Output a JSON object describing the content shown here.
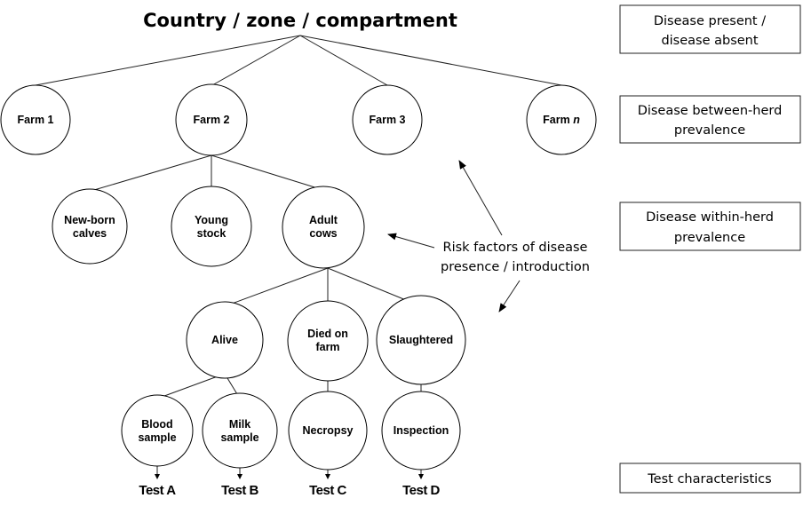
{
  "title": "Country / zone / compartment",
  "farms": [
    {
      "label": "Farm 1"
    },
    {
      "label": "Farm 2"
    },
    {
      "label": "Farm 3"
    },
    {
      "label": "Farm",
      "italic_suffix": "n"
    }
  ],
  "groups": [
    {
      "line1": "New-born",
      "line2": "calves"
    },
    {
      "line1": "Young",
      "line2": "stock"
    },
    {
      "line1": "Adult",
      "line2": "cows"
    }
  ],
  "outcomes": [
    {
      "line1": "Alive"
    },
    {
      "line1": "Died on",
      "line2": "farm"
    },
    {
      "line1": "Slaughtered"
    }
  ],
  "samples": [
    {
      "line1": "Blood",
      "line2": "sample"
    },
    {
      "line1": "Milk",
      "line2": "sample"
    },
    {
      "line1": "Necropsy"
    },
    {
      "line1": "Inspection"
    }
  ],
  "tests": [
    "Test A",
    "Test B",
    "Test C",
    "Test D"
  ],
  "side_boxes": [
    {
      "line1": "Disease present /",
      "line2": "disease absent"
    },
    {
      "line1": "Disease between-herd",
      "line2": "prevalence"
    },
    {
      "line1": "Disease within-herd",
      "line2": "prevalence"
    },
    {
      "line1": "Test characteristics"
    }
  ],
  "risk_label": {
    "line1": "Risk factors of disease",
    "line2": "presence / introduction"
  }
}
